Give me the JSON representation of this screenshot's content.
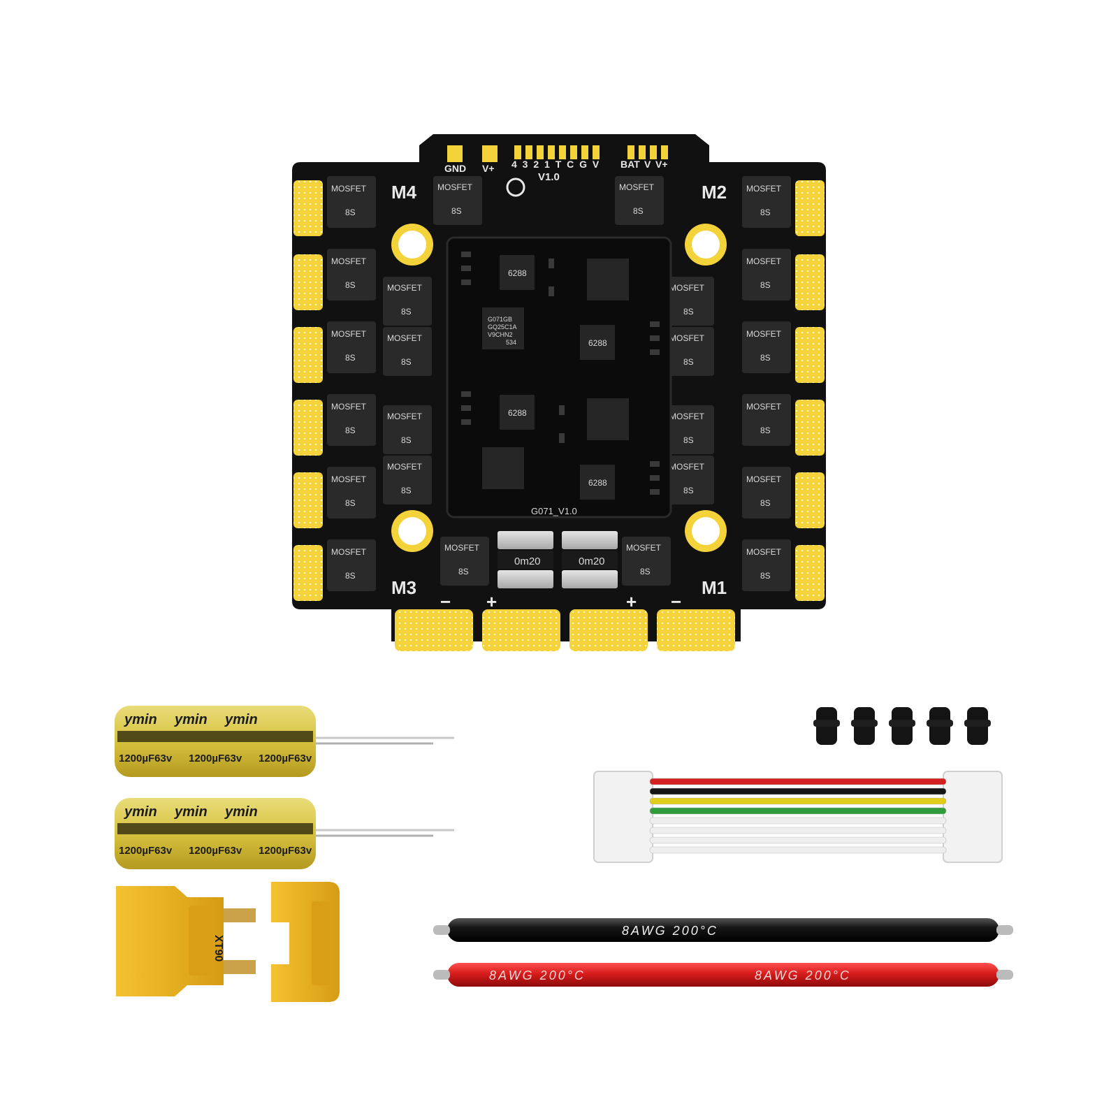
{
  "colors": {
    "pcb": "#111111",
    "pad": "#f4d23a",
    "silk": "#e8e8e8",
    "chip": "#2a2a2a",
    "cap_body": "#d9c54a",
    "xt90": "#e9b31c",
    "wire_red": "#d42020",
    "wire_black": "#141414"
  },
  "esc_board": {
    "pad_labels": {
      "gnd": "GND",
      "vplus": "V+",
      "signal_pins": "4 3 2 1 T C G V",
      "bat": "BAT",
      "v": "V",
      "vplus2": "V+"
    },
    "version": "V1.0",
    "motors": {
      "m1": "M1",
      "m2": "M2",
      "m3": "M3",
      "m4": "M4"
    },
    "mosfet_label": "MOSFET",
    "mosfet_rating": "8S",
    "mcu_marking": [
      "G071GB",
      "GQ25C1A",
      "V9CHN2",
      "534"
    ],
    "driver_marking": "6288",
    "shunt_marking": "0m20",
    "module_label": "G071_V1.0",
    "polarity": {
      "minus": "−",
      "plus": "+"
    }
  },
  "capacitors": {
    "brand": "ymin",
    "rating": "1200µF63v",
    "count": 2
  },
  "xt90": {
    "label": "XT90"
  },
  "wires": {
    "black_label": "8AWG   200°C",
    "red_label": "8AWG   200°C"
  },
  "accessories": {
    "grommet_count": 5,
    "signal_cable_colors": [
      "#d42020",
      "#141414",
      "#e0cc1a",
      "#2f9b3a",
      "#eeeeee",
      "#eeeeee",
      "#eeeeee",
      "#eeeeee"
    ]
  }
}
